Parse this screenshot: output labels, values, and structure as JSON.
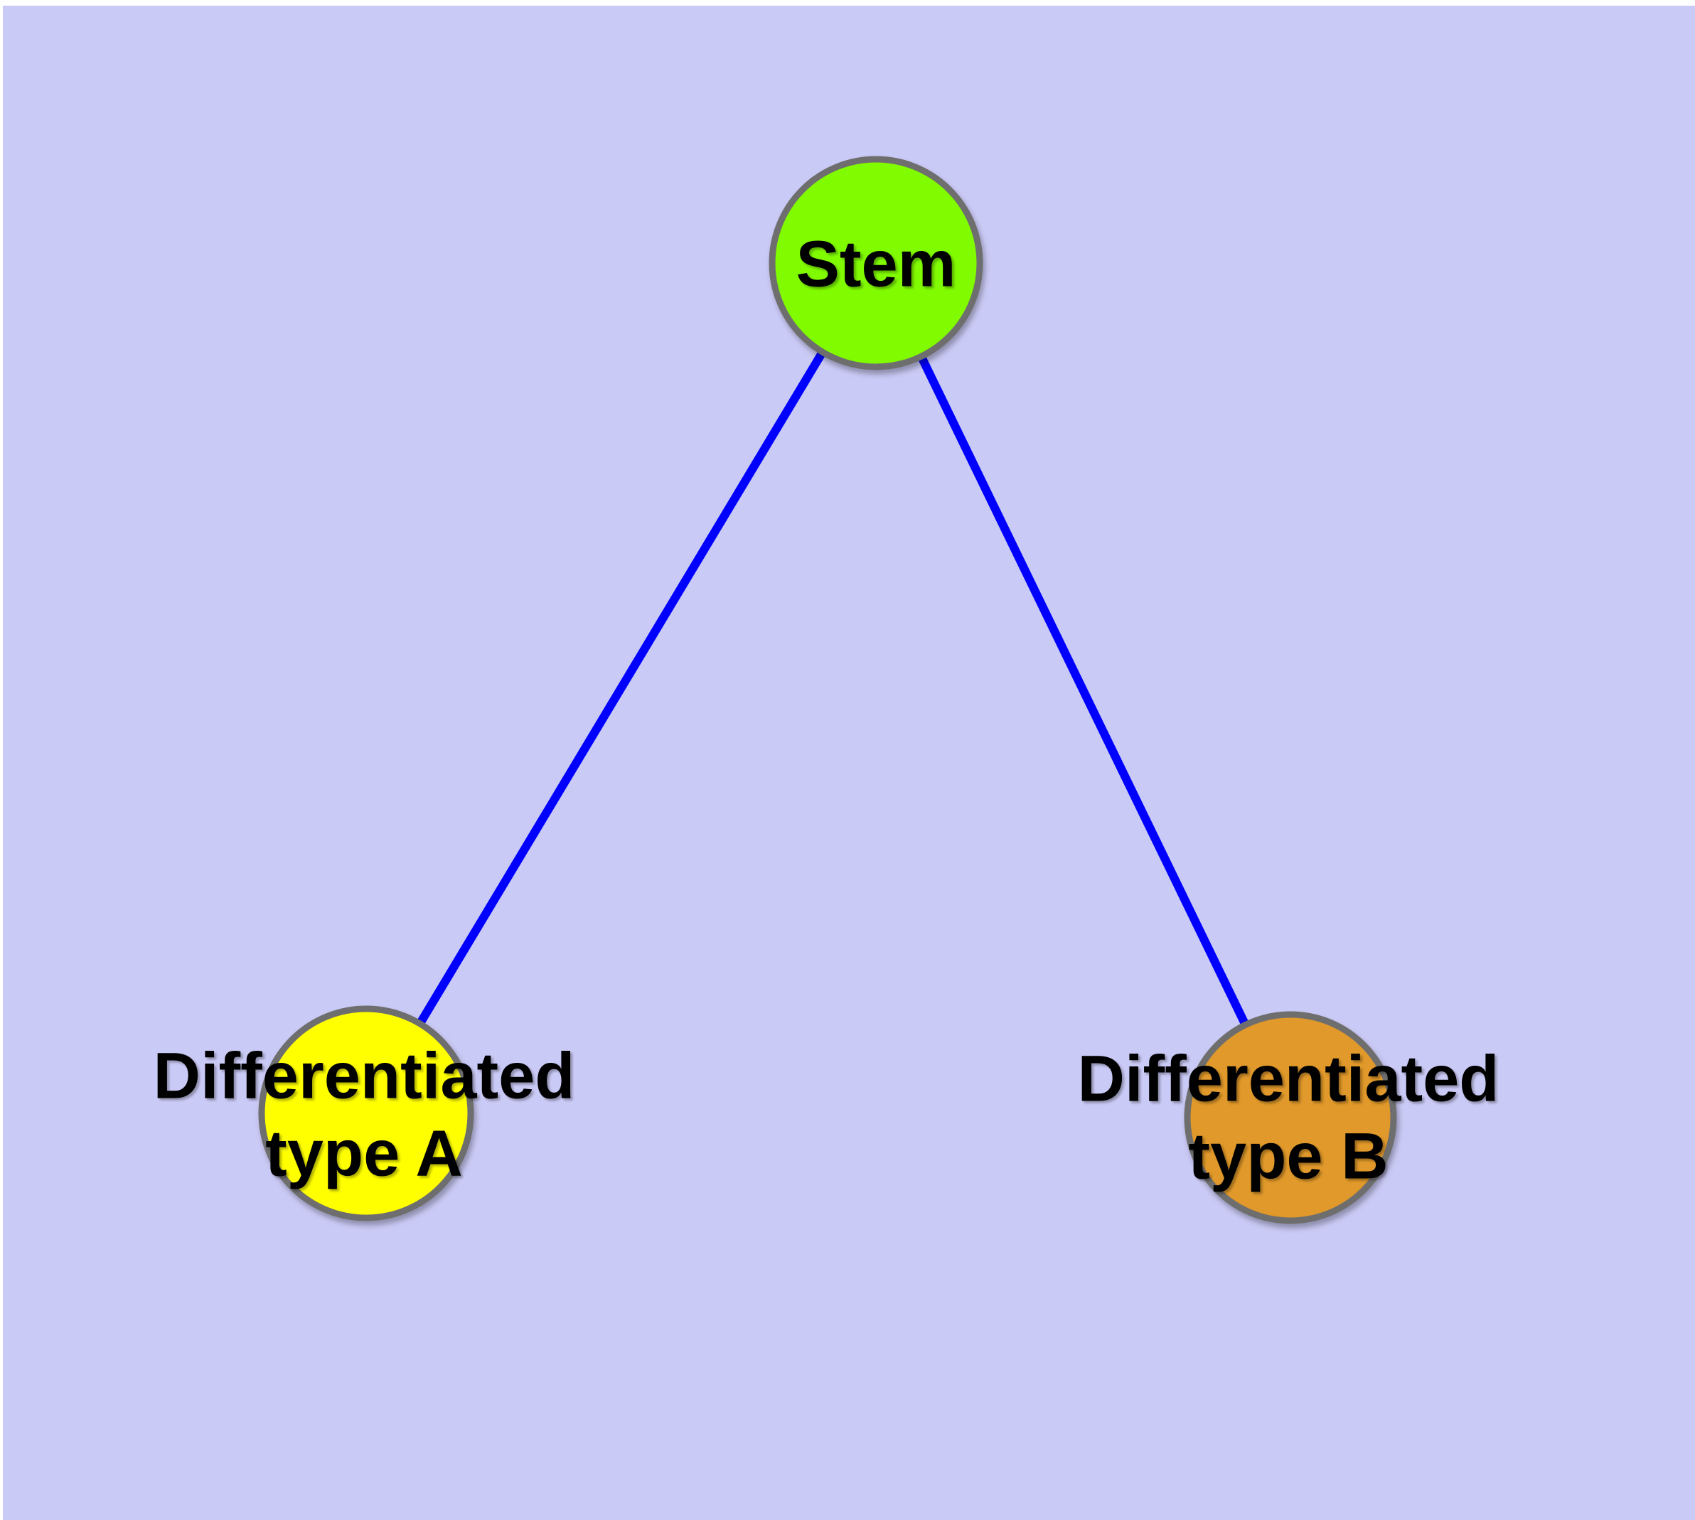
{
  "diagram": {
    "background_color": "#cacaf6",
    "margin_color": "#ffffff",
    "text_color": "#000000",
    "edge_color": "#0000fe",
    "node_border_color": "#6e6e6e",
    "nodes": [
      {
        "id": "stem",
        "label": "Stem",
        "label_lines": [
          "Stem"
        ],
        "fill": "#80fb00"
      },
      {
        "id": "differentiated-type-a",
        "label": "Differentiated type A",
        "label_lines": [
          "Differentiated",
          "type A"
        ],
        "fill": "#ffff00"
      },
      {
        "id": "differentiated-type-b",
        "label": "Differentiated type B",
        "label_lines": [
          "Differentiated",
          "type B"
        ],
        "fill": "#e0992a"
      }
    ],
    "edges": [
      {
        "from": "stem",
        "to": "differentiated-type-a"
      },
      {
        "from": "stem",
        "to": "differentiated-type-b"
      }
    ]
  }
}
